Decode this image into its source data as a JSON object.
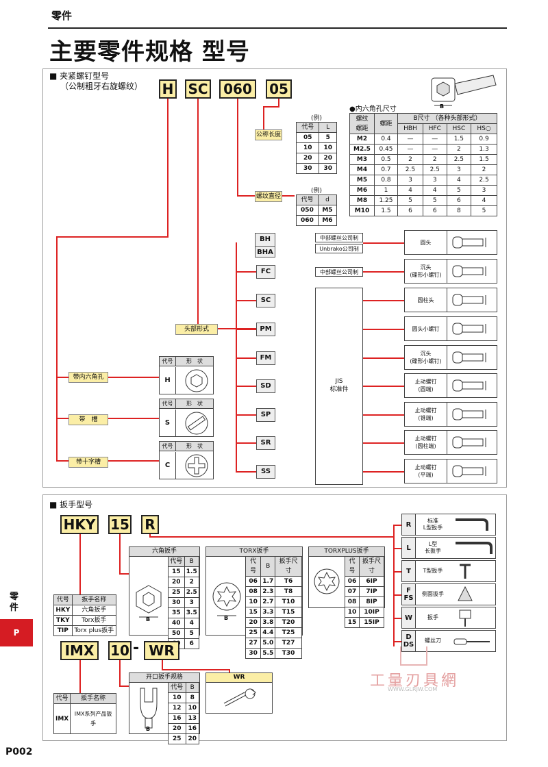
{
  "header": {
    "category": "零件",
    "title": "主要零件规格 型号"
  },
  "s1": {
    "title": "■ 夹紧螺钉型号",
    "subtitle": "（公制粗牙右旋螺纹）",
    "code": [
      "H",
      "SC",
      "060",
      "05"
    ],
    "len_label": "公称长度",
    "dia_label": "螺纹直径",
    "head_label": "头部形式",
    "len_table": {
      "caption": "(例)",
      "headers": [
        "代号",
        "L"
      ],
      "rows": [
        [
          "05",
          "5"
        ],
        [
          "10",
          "10"
        ],
        [
          "20",
          "20"
        ],
        [
          "30",
          "30"
        ]
      ]
    },
    "dia_table": {
      "caption": "(例)",
      "headers": [
        "代号",
        "d"
      ],
      "rows": [
        [
          "050",
          "M5"
        ],
        [
          "060",
          "M6"
        ]
      ]
    },
    "hex_title": "●内六角孔尺寸",
    "hex_table": {
      "h1": "螺纹\n螺距",
      "h2": "螺距",
      "h3": "B尺寸 （各种头部形式）",
      "sub": [
        "HBH",
        "HFC",
        "HSC",
        "HS○"
      ],
      "rows": [
        [
          "M2",
          "0.4",
          "—",
          "—",
          "1.5",
          "0.9"
        ],
        [
          "M2.5",
          "0.45",
          "—",
          "—",
          "2",
          "1.3"
        ],
        [
          "M3",
          "0.5",
          "2",
          "2",
          "2.5",
          "1.5"
        ],
        [
          "M4",
          "0.7",
          "2.5",
          "2.5",
          "3",
          "2"
        ],
        [
          "M5",
          "0.8",
          "3",
          "3",
          "4",
          "2.5"
        ],
        [
          "M6",
          "1",
          "4",
          "4",
          "5",
          "3"
        ],
        [
          "M8",
          "1.25",
          "5",
          "5",
          "6",
          "4"
        ],
        [
          "M10",
          "1.5",
          "6",
          "6",
          "8",
          "5"
        ]
      ]
    },
    "heads": [
      "BH",
      "BHA",
      "FC",
      "SC",
      "PM",
      "FM",
      "SD",
      "SP",
      "SR",
      "SS"
    ],
    "notes": {
      "bh": "中部螺丝公司制",
      "bha": "Unbrako公司制",
      "fc": "中部螺丝公司制",
      "jis": "JIS\n标准件"
    },
    "shapes": [
      [
        "圆头"
      ],
      [
        "沉头",
        "(碟形小螺钉)"
      ],
      [
        "圆柱头"
      ],
      [
        "圆头小螺钉"
      ],
      [
        "沉头",
        "(碟形小螺钉)"
      ],
      [
        "止动螺钉",
        "(圆端)"
      ],
      [
        "止动螺钉",
        "(锥端)"
      ],
      [
        "止动螺钉",
        "(圆柱端)"
      ],
      [
        "止动螺钉",
        "(平端)"
      ]
    ],
    "drives": [
      {
        "label": "带内六角孔",
        "code": "H"
      },
      {
        "label": "带　槽",
        "code": "S"
      },
      {
        "label": "带十字槽",
        "code": "C"
      }
    ],
    "drive_headers": [
      "代号",
      "形　状"
    ]
  },
  "s2": {
    "title": "■ 扳手型号",
    "code": [
      "HKY",
      "15",
      "R"
    ],
    "code2": [
      "IMX",
      "10",
      "-",
      "WR"
    ],
    "hex": {
      "title": "六角扳手",
      "headers": [
        "代号",
        "B"
      ],
      "rows": [
        [
          "15",
          "1.5"
        ],
        [
          "20",
          "2"
        ],
        [
          "25",
          "2.5"
        ],
        [
          "30",
          "3"
        ],
        [
          "35",
          "3.5"
        ],
        [
          "40",
          "4"
        ],
        [
          "50",
          "5"
        ],
        [
          "60",
          "6"
        ]
      ]
    },
    "torx": {
      "title": "TORX扳手",
      "headers": [
        "代号",
        "B",
        "扳手尺寸"
      ],
      "rows": [
        [
          "06",
          "1.7",
          "T6"
        ],
        [
          "08",
          "2.3",
          "T8"
        ],
        [
          "10",
          "2.7",
          "T10"
        ],
        [
          "15",
          "3.3",
          "T15"
        ],
        [
          "20",
          "3.8",
          "T20"
        ],
        [
          "25",
          "4.4",
          "T25"
        ],
        [
          "27",
          "5.0",
          "T27"
        ],
        [
          "30",
          "5.5",
          "T30"
        ]
      ]
    },
    "torxp": {
      "title": "TORXPLUS扳手",
      "headers": [
        "代号",
        "扳手尺寸"
      ],
      "rows": [
        [
          "06",
          "6IP"
        ],
        [
          "07",
          "7IP"
        ],
        [
          "08",
          "8IP"
        ],
        [
          "10",
          "10IP"
        ],
        [
          "15",
          "15IP"
        ]
      ]
    },
    "names": {
      "headers": [
        "代号",
        "扳手名称"
      ],
      "rows": [
        [
          "HKY",
          "六角扳手"
        ],
        [
          "TKY",
          "Torx扳手"
        ],
        [
          "TIP",
          "Torx plus扳手"
        ]
      ]
    },
    "imx_names": {
      "headers": [
        "代号",
        "扳手名称"
      ],
      "rows": [
        [
          "IMX",
          "IMX系列产品扳手"
        ]
      ]
    },
    "open": {
      "title": "开口扳手规格",
      "headers": [
        "代号",
        "B"
      ],
      "rows": [
        [
          "10",
          "8"
        ],
        [
          "12",
          "10"
        ],
        [
          "16",
          "13"
        ],
        [
          "20",
          "16"
        ],
        [
          "25",
          "20"
        ]
      ]
    },
    "wr_title": "WR",
    "types": [
      {
        "code": "R",
        "name": "标准\nL型扳手"
      },
      {
        "code": "L",
        "name": "L型\n长扳手"
      },
      {
        "code": "T",
        "name": "T型扳手"
      },
      {
        "code": "F\nFS",
        "name": "侧面扳手"
      },
      {
        "code": "W",
        "name": "扳手"
      },
      {
        "code": "D\nDS",
        "name": "螺丝刀"
      }
    ]
  },
  "watermark": {
    "text": "工量刃具網",
    "url": "WWW.GLRJW.COM"
  },
  "side": {
    "cat": "零\n件",
    "tab": "P"
  },
  "page": "P002",
  "colors": {
    "accent": "#d22",
    "yellow": "#fbeea6"
  }
}
